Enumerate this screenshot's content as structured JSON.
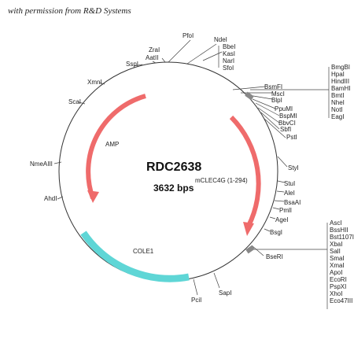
{
  "permission": "with permission from R&D Systems",
  "plasmid": {
    "name": "RDC2638",
    "size": "3632 bps"
  },
  "features": {
    "amp": "AMP",
    "insert": "mCLEC4G (1-294)",
    "ori": "COLE1"
  },
  "sites_single": [
    "PfoI",
    "NdeI",
    "ZraI",
    "AatII",
    "SspI",
    "XmnI",
    "ScaI",
    "NmeAIII",
    "AhdI",
    "PciI",
    "SapI",
    "BseRI",
    "BsgI",
    "AgeI",
    "PmlI",
    "BsaAI",
    "AleI",
    "StuI",
    "StyI",
    "PstI",
    "SbfI",
    "BbvCI",
    "BspMI",
    "PpuMI",
    "BlpI",
    "MscI",
    "BsmFI"
  ],
  "site_group_top": [
    "BbeI",
    "KasI",
    "NarI",
    "SfoI"
  ],
  "site_group_right_upper": [
    "BmgBI",
    "HpaI",
    "HindIII",
    "BamHI",
    "BmtI",
    "NheI",
    "NotI",
    "EagI"
  ],
  "site_group_right_lower": [
    "AscI",
    "BssHII",
    "Bst1107I",
    "XbaI",
    "SalI",
    "SmaI",
    "XmaI",
    "ApoI",
    "EcoRI",
    "PspXI",
    "XhoI",
    "Eco47III"
  ]
}
